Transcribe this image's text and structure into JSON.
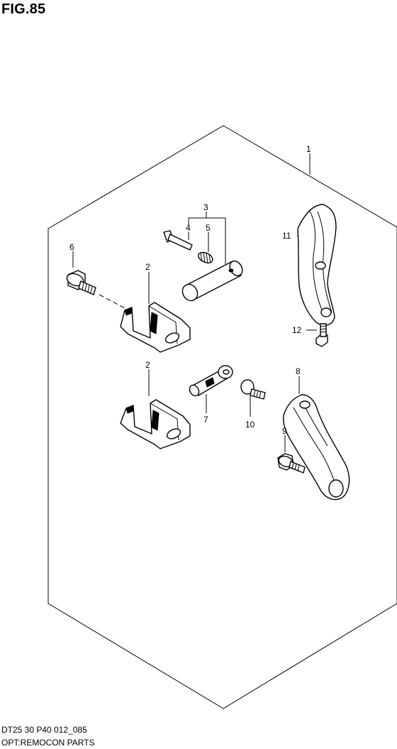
{
  "figure": {
    "title": "FIG.85"
  },
  "callouts": [
    {
      "id": "1",
      "text": "1"
    },
    {
      "id": "2a",
      "text": "2"
    },
    {
      "id": "2b",
      "text": "2"
    },
    {
      "id": "3",
      "text": "3"
    },
    {
      "id": "4",
      "text": "4"
    },
    {
      "id": "5",
      "text": "5"
    },
    {
      "id": "6",
      "text": "6"
    },
    {
      "id": "7",
      "text": "7"
    },
    {
      "id": "8",
      "text": "8"
    },
    {
      "id": "9",
      "text": "9"
    },
    {
      "id": "10",
      "text": "10"
    },
    {
      "id": "11",
      "text": "11"
    },
    {
      "id": "12",
      "text": "12"
    }
  ],
  "footer": {
    "code": "DT25 30 P40 012_085",
    "caption": "OPT:REMOCON PARTS"
  }
}
